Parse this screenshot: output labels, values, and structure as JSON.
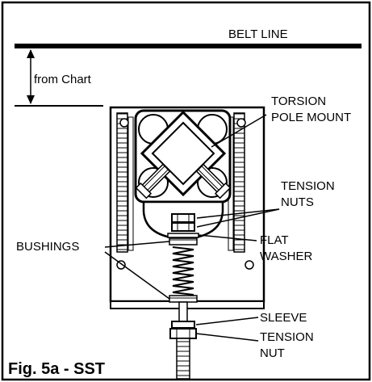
{
  "figure": {
    "caption": "Fig. 5a - SST",
    "labels": {
      "belt_line": "BELT LINE",
      "from_chart": "from Chart",
      "torsion_line1": "TORSION",
      "torsion_line2": "POLE MOUNT",
      "tension_nuts_line1": "TENSION",
      "tension_nuts_line2": "NUTS",
      "bushings": "BUSHINGS",
      "flat_washer_line1": "FLAT",
      "flat_washer_line2": "WASHER",
      "sleeve": "SLEEVE",
      "tension_nut_line1": "TENSION",
      "tension_nut_line2": "NUT"
    },
    "colors": {
      "ink": "#000000",
      "paper": "#ffffff",
      "shade": "#cfcfcf"
    }
  }
}
